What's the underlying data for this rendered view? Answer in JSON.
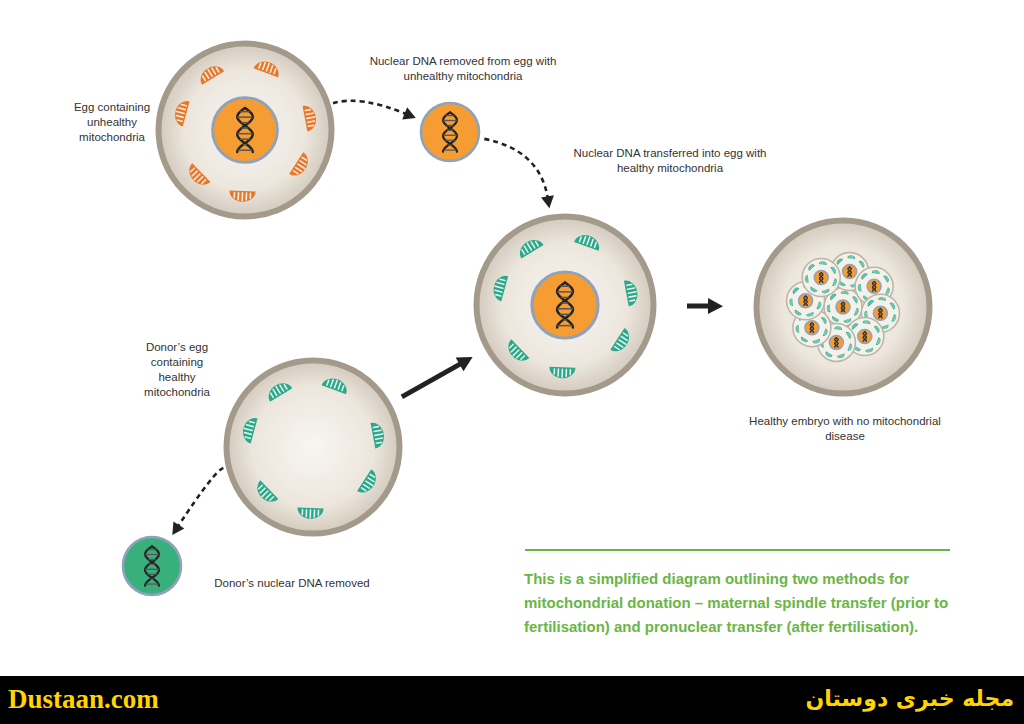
{
  "diagram": {
    "caption": "This is a simplified diagram outlining two methods for mitochondrial donation – maternal spindle transfer (prior to fertilisation) and pronuclear transfer (after fertilisation).",
    "nodes": [
      {
        "text": [
          "Egg containing unhealthy mitochondria"
        ]
      },
      {
        "text": [
          "Nuclear DNA removed from egg with unhealthy mitochondria"
        ]
      },
      {
        "text": [
          "Nuclear DNA transferred into egg with healthy mitochondria"
        ]
      },
      {
        "text": [
          "Donor’s egg containing healthy mitochondria"
        ]
      },
      {
        "text": [
          "Donor’s nuclear DNA removed"
        ]
      },
      {
        "text": [
          "Healthy embryo with no mitochondrial disease"
        ]
      }
    ],
    "edges": [
      {
        "from": 0,
        "to": 1,
        "arrow": "to"
      },
      {
        "from": 1,
        "to": 2,
        "arrow": "to"
      },
      {
        "from": 3,
        "to": 4,
        "arrow": "to"
      },
      {
        "from": 3,
        "to": 2,
        "arrow": "to"
      },
      {
        "from": 2,
        "to": 5,
        "arrow": "to"
      }
    ],
    "labels": [
      "Dustaan.com",
      "مجله خبری دوستان"
    ]
  }
}
